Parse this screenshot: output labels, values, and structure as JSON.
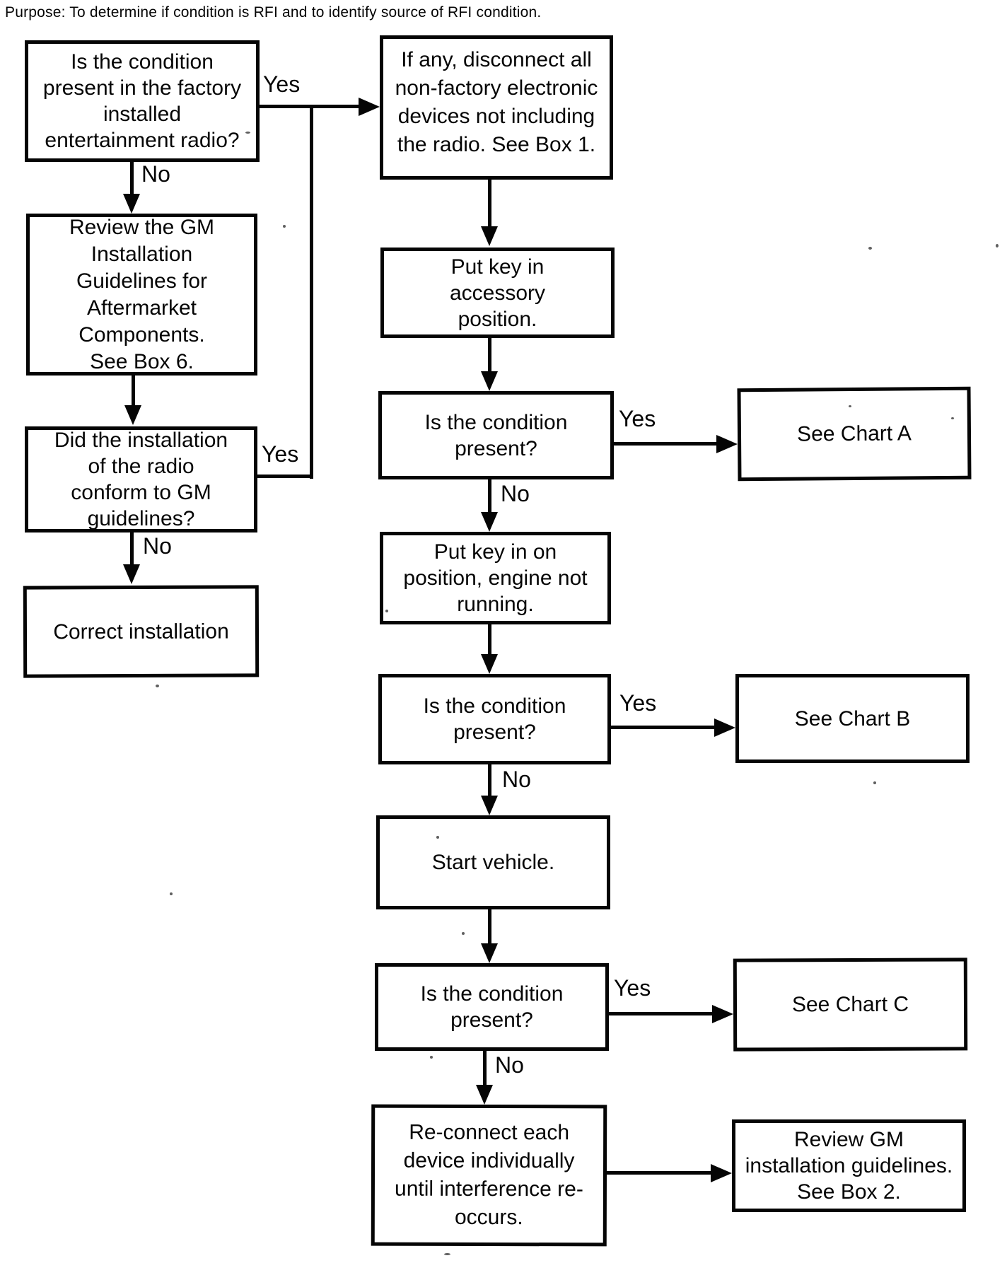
{
  "title": {
    "purpose": "Purpose: To determine if condition is RFI and to identify source of RFI condition."
  },
  "labels": {
    "yes": "Yes",
    "no": "No"
  },
  "nodes": {
    "q_factory_radio": "Is the condition\npresent in the factory\ninstalled\nentertainment radio?",
    "review_gm_box6": "Review the GM\nInstallation\nGuidelines for\nAftermarket\nComponents.\nSee Box 6.",
    "q_install_conform": "Did the installation\nof the radio\nconform to GM\nguidelines?",
    "correct_installation": "Correct installation",
    "disconnect_devices": "If any, disconnect all\nnon-factory electronic\ndevices not including\nthe radio.  See Box 1.",
    "key_accessory": "Put key in\naccessory\nposition.",
    "q_condition_1": "Is the condition\npresent?",
    "see_chart_a": "See Chart A",
    "key_on": "Put key in on\nposition, engine not\nrunning.",
    "q_condition_2": "Is the condition\npresent?",
    "see_chart_b": "See Chart B",
    "start_vehicle": "Start vehicle.",
    "q_condition_3": "Is the condition\npresent?",
    "see_chart_c": "See Chart C",
    "reconnect_devices": "Re-connect each\ndevice individually\nuntil interference re-\noccurs.",
    "review_gm_box2": "Review GM\ninstallation guidelines.\nSee Box 2."
  }
}
